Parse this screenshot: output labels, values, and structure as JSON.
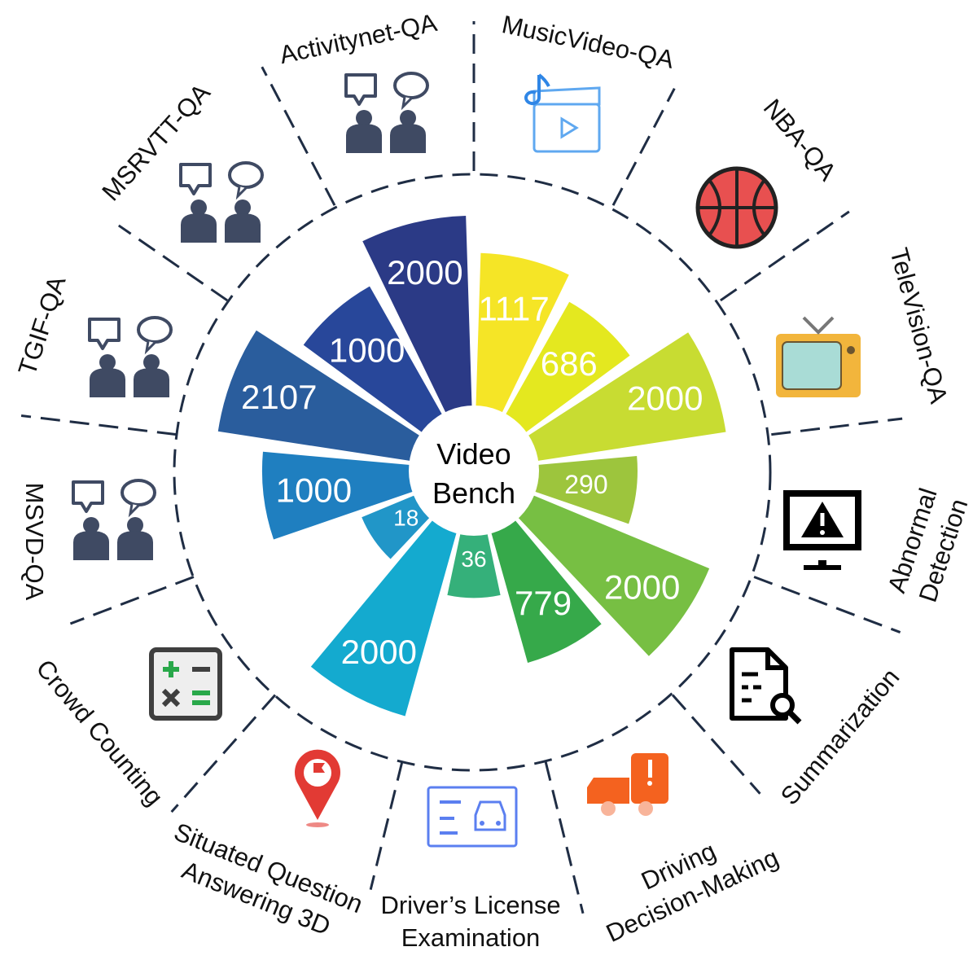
{
  "chart_data": {
    "type": "polar-bar",
    "title": "Video Bench",
    "title_lines": [
      "Video",
      "Bench"
    ],
    "categories": [
      "MusicVideo-QA",
      "NBA-QA",
      "TeleVision-QA",
      "Abnormal Detection",
      "Summarization",
      "Driving Decision-Making",
      "Driver’s License Examination",
      "Situated Question Answering 3D",
      "Crowd Counting",
      "MSVD-QA",
      "TGIF-QA",
      "MSRVTT-QA",
      "Activitynet-QA"
    ],
    "label_lines": [
      [
        "MusicVideo-QA"
      ],
      [
        "NBA-QA"
      ],
      [
        "TeleVision-QA"
      ],
      [
        "Abnormal",
        "Detection"
      ],
      [
        "Summarization"
      ],
      [
        "Driving",
        "Decision-Making"
      ],
      [
        "Driver’s License",
        "Examination"
      ],
      [
        "Situated Question",
        "Answering 3D"
      ],
      [
        "Crowd Counting"
      ],
      [
        "MSVD-QA"
      ],
      [
        "TGIF-QA"
      ],
      [
        "MSRVTT-QA"
      ],
      [
        "Activitynet-QA"
      ]
    ],
    "values": [
      1117,
      686,
      2000,
      290,
      2000,
      779,
      36,
      2000,
      18,
      1000,
      2107,
      1000,
      2000
    ],
    "colors": [
      "#f5e526",
      "#e4e81f",
      "#c8dc32",
      "#9dc53d",
      "#77bf43",
      "#36a94a",
      "#35b07a",
      "#14aacf",
      "#2196c8",
      "#1f7fc0",
      "#2a5d9d",
      "#28479a",
      "#2b3a86"
    ],
    "icons": [
      "music-video-icon",
      "basketball-icon",
      "television-icon",
      "warning-monitor-icon",
      "document-search-icon",
      "truck-alert-icon",
      "license-card-icon",
      "map-pin-icon",
      "calculator-icon",
      "conversation-people-icon",
      "conversation-people-icon",
      "conversation-people-icon",
      "conversation-people-icon"
    ]
  }
}
